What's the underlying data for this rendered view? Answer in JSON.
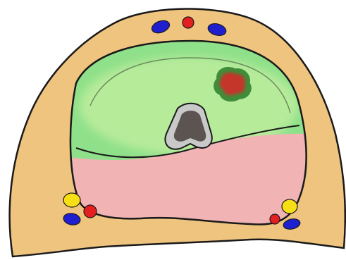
{
  "colors": {
    "background": "#ffffff",
    "outer_tissue": "#efc47f",
    "outline": "#1a1a1a",
    "green_region": "#8fe08a",
    "green_glow": "#b6eb9a",
    "pink_region": "#f1b3b4",
    "airway_rim": "#c9c9c9",
    "airway_inner": "#5c5450",
    "lesion_red": "#c4342c",
    "lesion_green": "#3f8d3a",
    "vessel_blue": "#1f1fcf",
    "vessel_red": "#e41f1f",
    "vessel_yellow": "#f6e015"
  },
  "structures": [
    {
      "name": "outer-tissue",
      "icon": "filled-shape"
    },
    {
      "name": "green-region",
      "icon": "filled-shape"
    },
    {
      "name": "pink-region",
      "icon": "filled-shape"
    },
    {
      "name": "airway",
      "icon": "rounded-triangle"
    },
    {
      "name": "lesion",
      "icon": "irregular-blob"
    },
    {
      "name": "vessel-group-top",
      "icon": "ovals"
    },
    {
      "name": "vessel-group-left",
      "icon": "ovals"
    },
    {
      "name": "vessel-group-right",
      "icon": "ovals"
    }
  ]
}
